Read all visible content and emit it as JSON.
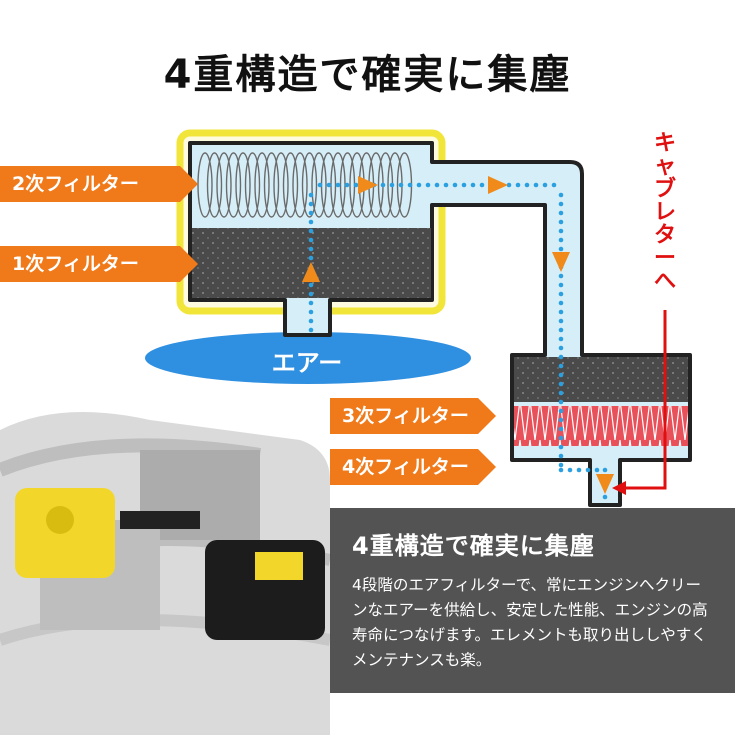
{
  "title": "4重構造で確実に集塵",
  "labels": {
    "filter2": "2次フィルター",
    "filter1": "1次フィルター",
    "filter3": "3次フィルター",
    "filter4": "4次フィルター",
    "air": "エアー",
    "carburetor": "キャブレターへ"
  },
  "panel": {
    "heading": "4重構造で確実に集塵",
    "body": "4段階のエアフィルターで、常にエンジンへクリーンなエアーを供給し、安定した性能、エンジンの高寿命につなげます。エレメントも取り出ししやすくメンテナンスも楽。"
  },
  "colors": {
    "tag": "#f07a1a",
    "housing_outline": "#f2e53a",
    "air_blue": "#d6eef8",
    "flow_dots": "#2aa0e0",
    "arrow": "#f08a1a",
    "filter_dark": "#4a4a4a",
    "filter_red": "#e8505a",
    "carb_line": "#e01010",
    "air_oval": "#2f8fe0"
  },
  "icons": [
    "flow-arrow-icon",
    "carburetor-arrow-icon"
  ]
}
